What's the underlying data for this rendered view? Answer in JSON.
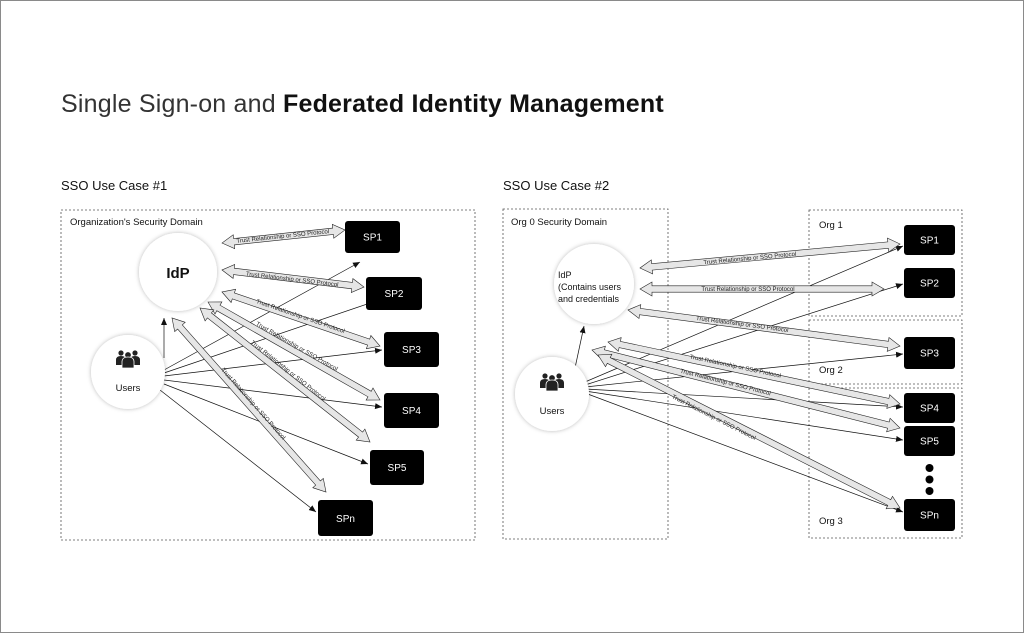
{
  "title": {
    "light": "Single Sign-on and ",
    "bold": "Federated Identity Management"
  },
  "case1": {
    "heading": "SSO Use Case #1",
    "domain_label": "Organization's Security Domain",
    "idp_label": "IdP",
    "users_label": "Users",
    "trust_label": "Trust Relationship or SSO Protocol",
    "sp": [
      "SP1",
      "SP2",
      "SP3",
      "SP4",
      "SP5",
      "SPn"
    ]
  },
  "case2": {
    "heading": "SSO Use Case #2",
    "domain_label": "Org 0 Security Domain",
    "idp_lines": [
      "IdP",
      "(Contains users",
      "and credentials"
    ],
    "users_label": "Users",
    "trust_label": "Trust Relationship or SSO Protocol",
    "org_labels": [
      "Org 1",
      "Org 2",
      "Org 3"
    ],
    "sp": [
      "SP1",
      "SP2",
      "SP3",
      "SP4",
      "SP5",
      "SPn"
    ]
  },
  "icons": {
    "users_icon": "group-of-people-icon",
    "ellipsis_icon": "vertical-dots-icon"
  },
  "colors": {
    "sp_box": "#000000",
    "sp_text": "#ffffff",
    "trust_arrow_fill": "#e6e6e6",
    "border": "#555555"
  }
}
